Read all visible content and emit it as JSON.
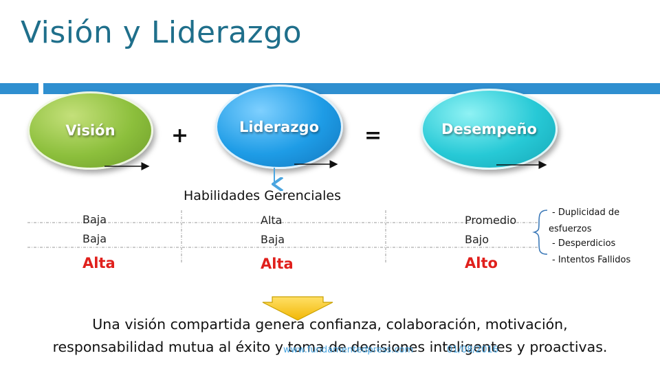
{
  "slide": {
    "title": "Visión y Liderazgo",
    "circles": {
      "vision": "Visión",
      "liderazgo": "Liderazgo",
      "desempeno": "Desempeño"
    },
    "operators": {
      "plus": "+",
      "equals": "="
    },
    "habilidades": "Habilidades Gerenciales",
    "table": {
      "col1": [
        "Baja",
        "Baja",
        "Alta"
      ],
      "col2": [
        "Alta",
        "Baja",
        "Alta"
      ],
      "col3": [
        "Promedio",
        "Bajo",
        "Alto"
      ]
    },
    "notes": [
      "- Duplicidad de",
      "esfuerzos",
      "- Desperdicios",
      "- Intentos Fallidos"
    ],
    "footer": {
      "line1": "Una visión compartida genera confianza, colaboración, motivación,",
      "line2": "responsabilidad mutua al éxito y toma de decisiones inteligentes y proactivas."
    },
    "watermark": {
      "url": "www.fundamentedpress.com",
      "date": "01/08/2016"
    },
    "colors": {
      "title": "#1f6f8b",
      "accent_bar": "#2f8fd0",
      "vision": "#8cbf3c",
      "liderazgo": "#1e9ce6",
      "desempeno": "#27c9d6",
      "highlight": "#e0201c",
      "arrow": "#f2b705"
    }
  }
}
